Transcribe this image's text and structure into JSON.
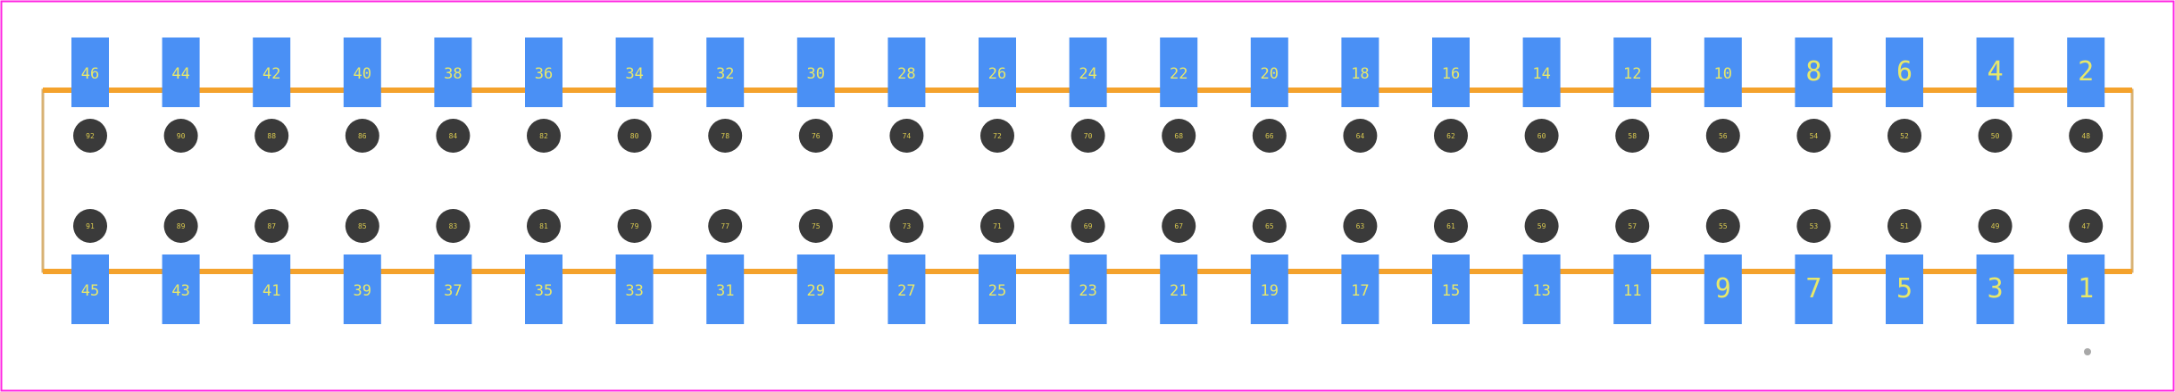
{
  "footprint": {
    "colors": {
      "background": "#ffffff",
      "courtyard": "#ff26e2",
      "silkscreen": "#f4a22c",
      "fab_outline": "#d8b274",
      "pad": "#4a90f5",
      "pad_label": "#e8e86a",
      "hole": "#3a3a3a",
      "hole_label": "#d8c850",
      "origin_marker": "#a8a8a8"
    },
    "top_pads": [
      "46",
      "44",
      "42",
      "40",
      "38",
      "36",
      "34",
      "32",
      "30",
      "28",
      "26",
      "24",
      "22",
      "20",
      "18",
      "16",
      "14",
      "12",
      "10",
      "8",
      "6",
      "4",
      "2"
    ],
    "bottom_pads": [
      "45",
      "43",
      "41",
      "39",
      "37",
      "35",
      "33",
      "31",
      "29",
      "27",
      "25",
      "23",
      "21",
      "19",
      "17",
      "15",
      "13",
      "11",
      "9",
      "7",
      "5",
      "3",
      "1"
    ],
    "top_holes": [
      "92",
      "90",
      "88",
      "86",
      "84",
      "82",
      "80",
      "78",
      "76",
      "74",
      "72",
      "70",
      "68",
      "66",
      "64",
      "62",
      "60",
      "58",
      "56",
      "54",
      "52",
      "50",
      "48"
    ],
    "bottom_holes": [
      "91",
      "89",
      "87",
      "85",
      "83",
      "81",
      "79",
      "77",
      "75",
      "73",
      "71",
      "69",
      "67",
      "65",
      "63",
      "61",
      "59",
      "57",
      "55",
      "53",
      "51",
      "49",
      "47"
    ]
  }
}
